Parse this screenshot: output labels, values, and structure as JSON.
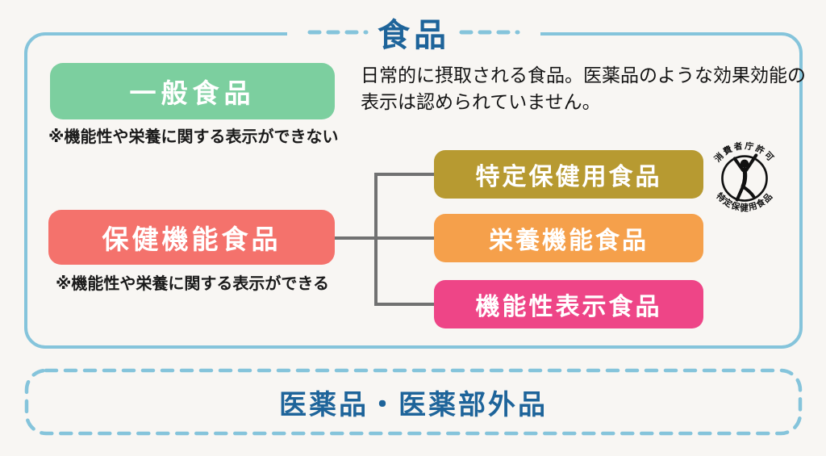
{
  "colors": {
    "frame_border_blue": "#85c4db",
    "heading_blue": "#1e649a",
    "general_food_green": "#7ccf9f",
    "health_function_red": "#f4726c",
    "tokuho_olive": "#b79a31",
    "nutrition_orange": "#f5a04b",
    "function_claims_pink": "#ee4587",
    "connector_gray": "#717171",
    "background": "#f8f6f3"
  },
  "food_section": {
    "title": "食品",
    "description": "日常的に摂取される食品。医薬品のような効果効能の表示は認められていません。",
    "general_food": {
      "label": "一般食品",
      "note": "※機能性や栄養に関する表示ができない"
    },
    "health_function_food": {
      "label": "保健機能食品",
      "note": "※機能性や栄養に関する表示ができる"
    },
    "sub_categories": [
      {
        "label": "特定保健用食品"
      },
      {
        "label": "栄養機能食品"
      },
      {
        "label": "機能性表示食品"
      }
    ],
    "tokuho_seal": {
      "top_text": "消費者庁許可",
      "bottom_text": "特定保健用食品"
    }
  },
  "pharma_section": {
    "label": "医薬品・医薬部外品"
  }
}
